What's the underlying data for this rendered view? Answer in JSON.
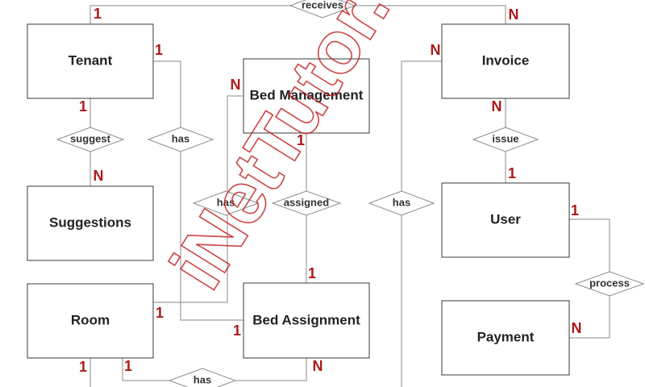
{
  "entities": {
    "tenant": "Tenant",
    "invoice": "Invoice",
    "bed_management": "Bed Management",
    "suggestions": "Suggestions",
    "user": "User",
    "room": "Room",
    "bed_assignment": "Bed Assignment",
    "payment": "Payment"
  },
  "relationships": {
    "receives": "receives",
    "suggest": "suggest",
    "has_tenant_bed": "has",
    "issue": "issue",
    "has_room_mgmt": "has",
    "assigned": "assigned",
    "has_bed_invoice": "has",
    "process": "process",
    "has_room_bottom": "has"
  },
  "cardinalities": {
    "tenant_receives": "1",
    "invoice_receives": "N",
    "tenant_has": "1",
    "mgmt_has": "N",
    "invoice_has": "N",
    "tenant_suggest": "1",
    "suggestions_suggest": "N",
    "invoice_issue": "N",
    "user_issue": "1",
    "mgmt_assigned": "1",
    "assignment_assigned": "1",
    "room_has": "1",
    "assignment_has_left": "1",
    "user_process": "1",
    "payment_process": "N",
    "room_bottom_left": "1",
    "room_bottom_right": "1",
    "assignment_bottom": "N"
  },
  "watermark": {
    "text": "iNetTutor.com",
    "color": "#c01818"
  }
}
